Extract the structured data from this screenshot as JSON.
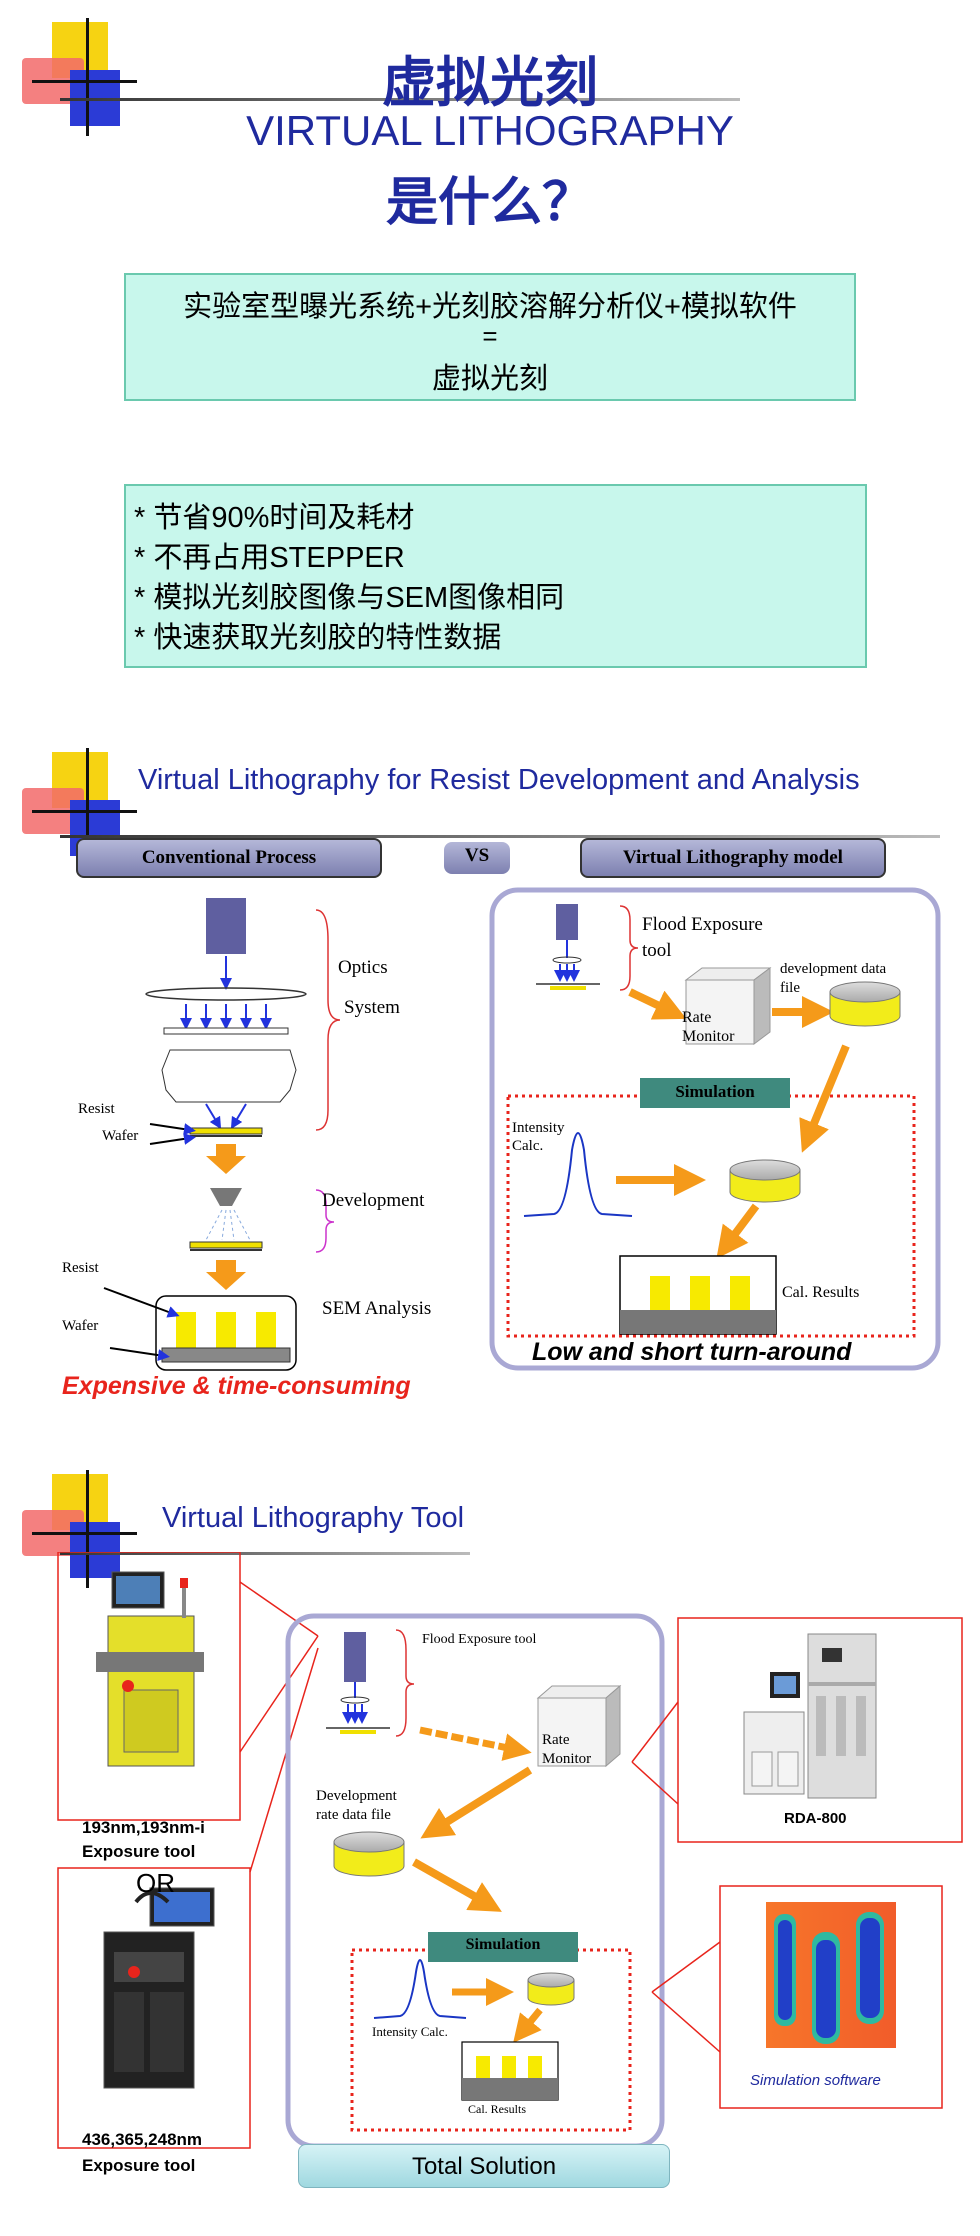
{
  "section1": {
    "title_cn": "虚拟光刻",
    "title_en": "VIRTUAL LITHOGRAPHY",
    "subtitle_cn": "是什么？",
    "equation": {
      "line1": "实验室型曝光系统+光刻胶溶解分析仪+模拟软件",
      "line2": "=",
      "line3": "虚拟光刻"
    },
    "benefits": [
      "* 节省90%时间及耗材",
      "* 不再占用STEPPER",
      "* 模拟光刻胶图像与SEM图像相同",
      "* 快速获取光刻胶的特性数据"
    ]
  },
  "section2": {
    "title": "Virtual Lithography for Resist Development and Analysis",
    "left_header": "Conventional Process",
    "vs": "VS",
    "right_header": "Virtual Lithography model",
    "labels": {
      "optics": "Optics",
      "system": "System",
      "resist1": "Resist",
      "wafer1": "Wafer",
      "development": "Development",
      "resist2": "Resist",
      "wafer2": "Wafer",
      "sem": "SEM Analysis",
      "expensive": "Expensive & time-consuming",
      "flood": "Flood Exposure",
      "tool": "tool",
      "rate": "Rate",
      "monitor": "Monitor",
      "devdata1": "development   data",
      "devdata2": "file",
      "simulation": "Simulation",
      "intensity1": "Intensity",
      "intensity2": "Calc.",
      "calres": "Cal. Results",
      "low": "Low  and short turn-around"
    }
  },
  "section3": {
    "title": "Virtual Lithography Tool",
    "left1_label1": "193nm,193nm-i",
    "left1_label2": "Exposure tool",
    "or": "OR",
    "left2_label1": "436,365,248nm",
    "left2_label2": "Exposure tool",
    "flood": "Flood Exposure tool",
    "rate": "Rate",
    "monitor": "Monitor",
    "devrate1": "Development",
    "devrate2": "rate data file",
    "simulation": "Simulation",
    "intensity": "Intensity Calc.",
    "calres": "Cal. Results",
    "rda": "RDA-800",
    "simsoft": "Simulation software",
    "total": "Total Solution"
  },
  "colors": {
    "title_blue": "#1f2a9e",
    "box_green": "#c8f7ec",
    "sim_teal": "#3f8a7e",
    "arrow_orange": "#f59a1a",
    "red_accent": "#e8241c",
    "frame_purple": "#a9a8d4"
  }
}
